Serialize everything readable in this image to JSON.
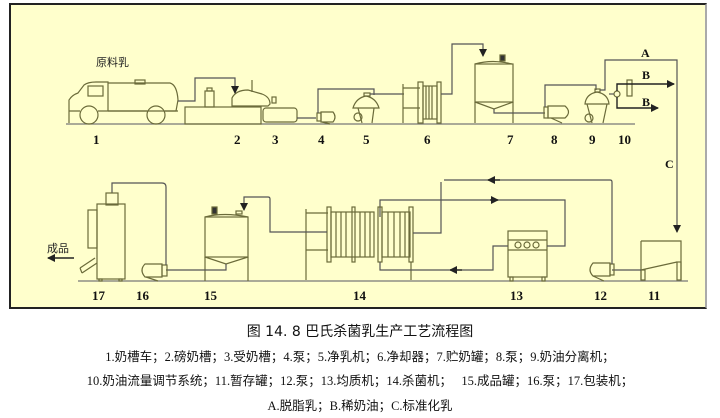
{
  "figure": {
    "title": "图 14. 8 巴氏杀菌乳生产工艺流程图",
    "legend_lines": [
      "1.奶槽车；2.磅奶槽；3.受奶槽；4.泵；5.净乳机；6.净却器；7.贮奶罐；8.泵；9.奶油分离机；",
      "10.奶油流量调节系统；11.暂存罐；12.泵；13.均质机；14.杀菌机；   15.成品罐；16.泵；17.包装机；",
      "A.脱脂乳；B.稀奶油；C.标准化乳"
    ]
  },
  "diagram": {
    "labels": {
      "raw_milk": "原料乳",
      "finished_product": "成品"
    },
    "stream_labels": {
      "A": "A",
      "B1": "B",
      "B2": "B",
      "C": "C"
    },
    "equipment_numbers": {
      "n1": "1",
      "n2": "2",
      "n3": "3",
      "n4": "4",
      "n5": "5",
      "n6": "6",
      "n7": "7",
      "n8": "8",
      "n9": "9",
      "n10": "10",
      "n11": "11",
      "n12": "12",
      "n13": "13",
      "n14": "14",
      "n15": "15",
      "n16": "16",
      "n17": "17"
    },
    "equipment": [
      {
        "id": 1,
        "name": "奶槽车"
      },
      {
        "id": 2,
        "name": "磅奶槽"
      },
      {
        "id": 3,
        "name": "受奶槽"
      },
      {
        "id": 4,
        "name": "泵"
      },
      {
        "id": 5,
        "name": "净乳机"
      },
      {
        "id": 6,
        "name": "净却器"
      },
      {
        "id": 7,
        "name": "贮奶罐"
      },
      {
        "id": 8,
        "name": "泵"
      },
      {
        "id": 9,
        "name": "奶油分离机"
      },
      {
        "id": 10,
        "name": "奶油流量调节系统"
      },
      {
        "id": 11,
        "name": "暂存罐"
      },
      {
        "id": 12,
        "name": "泵"
      },
      {
        "id": 13,
        "name": "均质机"
      },
      {
        "id": 14,
        "name": "杀菌机"
      },
      {
        "id": 15,
        "name": "成品罐"
      },
      {
        "id": 16,
        "name": "泵"
      },
      {
        "id": 17,
        "name": "包装机"
      }
    ],
    "streams": [
      {
        "key": "A",
        "name": "脱脂乳"
      },
      {
        "key": "B",
        "name": "稀奶油"
      },
      {
        "key": "C",
        "name": "标准化乳"
      }
    ],
    "colors": {
      "background": "#ffffcc",
      "equipment_line": "#6b6b3a",
      "pipe_line": "#555555"
    }
  }
}
